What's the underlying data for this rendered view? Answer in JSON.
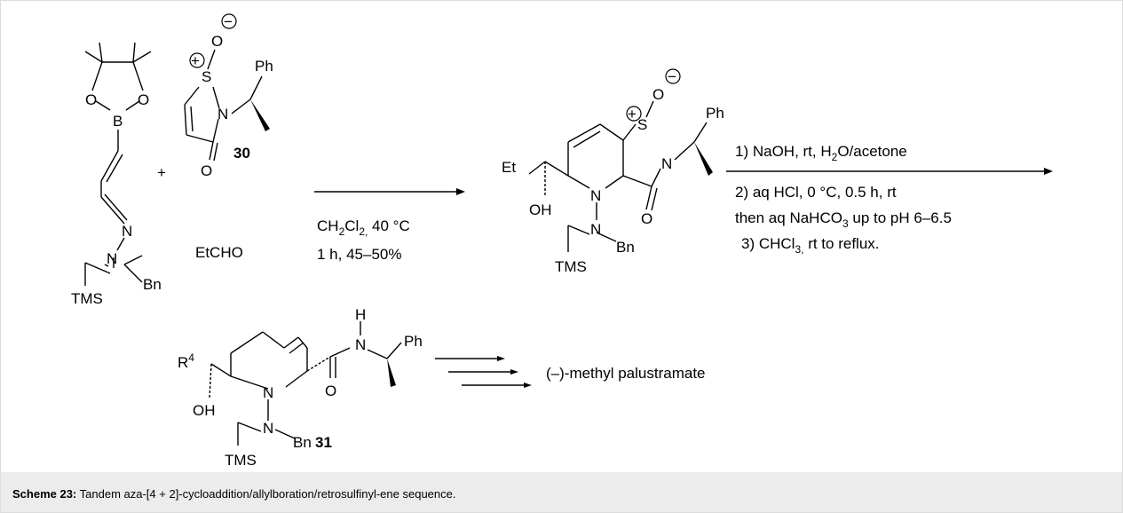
{
  "caption": {
    "label": "Scheme 23:",
    "text": "Tandem aza-[4 + 2]-cycloaddition/allylboration/retrosulfinyl-ene sequence."
  },
  "atoms": {
    "O": "O",
    "B": "B",
    "N": "N",
    "S": "S",
    "Bn": "Bn",
    "TMS": "TMS",
    "Ph": "Ph",
    "Et": "Et",
    "OH": "OH",
    "H": "H",
    "R": "R",
    "R_sup": "4",
    "plus": "+",
    "charge_plus": "+",
    "charge_minus": "−"
  },
  "compounds": {
    "c30": "30",
    "c31": "31",
    "aldehyde": "EtCHO",
    "product": "(–)-methyl palustramate"
  },
  "conditions1": {
    "line1_a": "CH",
    "line1_sub1": "2",
    "line1_b": "Cl",
    "line1_sub2": "2,",
    "line1_c": " 40 °C",
    "line2": "1 h, 45–50%"
  },
  "conditions2": {
    "step1_a": "1) NaOH, rt, H",
    "step1_sub": "2",
    "step1_b": "O/acetone",
    "step2": "2) aq HCl, 0 °C, 0.5 h, rt",
    "step2b_a": "then aq NaHCO",
    "step2b_sub": "3",
    "step2b_b": " up to pH  6–6.5",
    "step3_a": "3) CHCl",
    "step3_sub": "3,",
    "step3_b": " rt to reflux."
  }
}
